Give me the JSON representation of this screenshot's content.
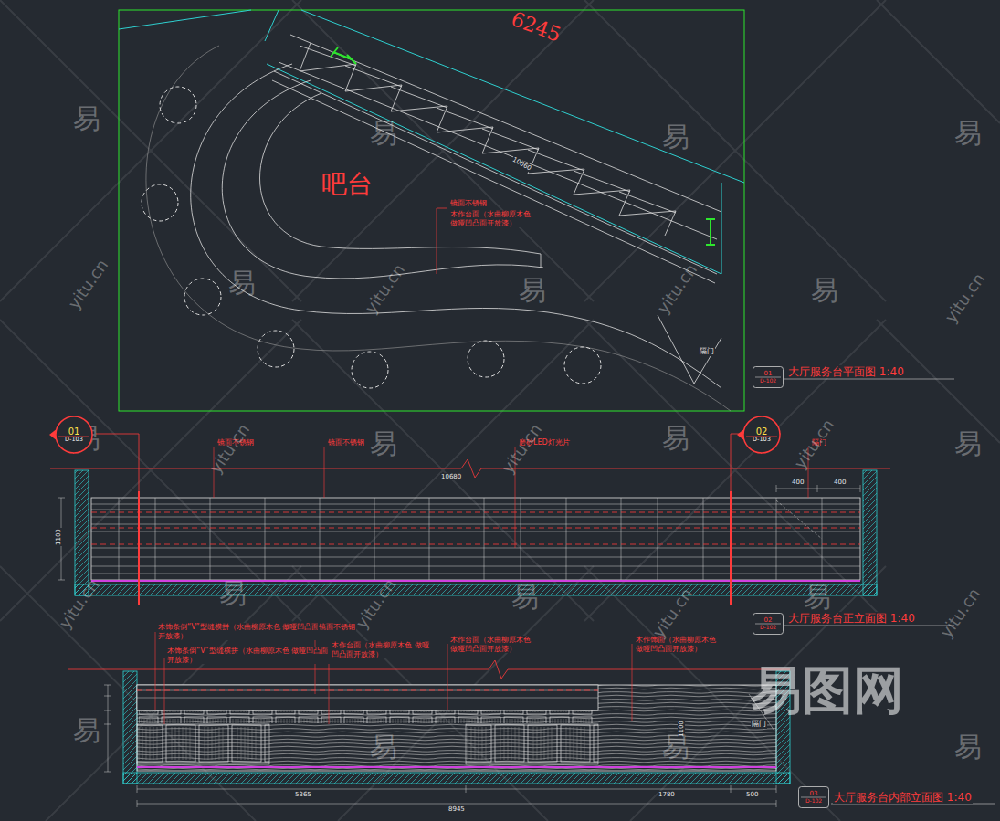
{
  "diagram": {
    "nodes": [
      {
        "text": [
          "01",
          "D-103"
        ]
      },
      {
        "text": [
          "02",
          "D-103"
        ]
      },
      {
        "text": [
          "01",
          "D-102"
        ]
      },
      {
        "text": [
          "02",
          "D-102"
        ]
      },
      {
        "text": [
          "03",
          "D-102"
        ]
      }
    ],
    "labels": [
      "6245",
      "吧台",
      "镜面不锈钢",
      "木作台面（水曲柳原木色 做哑凹凸面开放漆）",
      "隔门",
      "10060",
      "大厅服务台平面图 1:40",
      "镜面不锈钢",
      "镜面不锈钢",
      "磨砂LED灯光片",
      "隔门",
      "10680",
      "1100",
      "400",
      "400",
      "大厅服务台正立面图 1:40",
      "木饰条倒“V”型缝横拼（水曲柳原木色 做哑凹凸面开放漆）",
      "木饰条倒“V”型缝横拼（水曲柳原木色 做哑凹凸面开放漆）",
      "镜面不锈钢",
      "木作台面（水曲柳原木色 做哑凹凸面开放漆）",
      "木作台面（水曲柳原木色 做哑凹凸面开放漆）",
      "木作饰面（水曲柳原木色 做哑凹凸面开放漆）",
      "隔门",
      "5365",
      "1780",
      "500",
      "8945",
      "大厅服务台内部立面图 1:40",
      "1100",
      "易",
      "易",
      "易",
      "易",
      "易",
      "易",
      "易",
      "易",
      "易",
      "易",
      "易",
      "易",
      "易",
      "易",
      "易",
      "易",
      "易",
      "易",
      "yitu.cn",
      "yitu.cn",
      "yitu.cn",
      "yitu.cn",
      "yitu.cn",
      "yitu.cn",
      "yitu.cn",
      "yitu.cn",
      "yitu.cn",
      "yitu.cn",
      "yitu.cn",
      "易图网"
    ]
  }
}
